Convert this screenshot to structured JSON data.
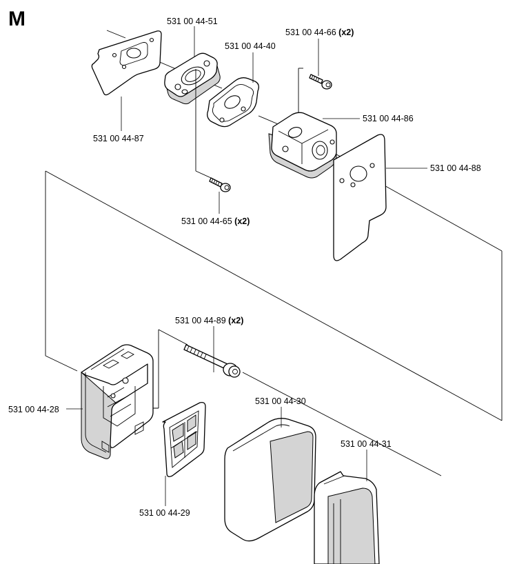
{
  "section_letter": "M",
  "parts": [
    {
      "id": "p87",
      "part_number": "531 00 44-87",
      "qty": ""
    },
    {
      "id": "p51",
      "part_number": "531 00 44-51",
      "qty": ""
    },
    {
      "id": "p40",
      "part_number": "531 00 44-40",
      "qty": ""
    },
    {
      "id": "p66",
      "part_number": "531 00 44-66",
      "qty": "(x2)"
    },
    {
      "id": "p86",
      "part_number": "531 00 44-86",
      "qty": ""
    },
    {
      "id": "p88",
      "part_number": "531 00 44-88",
      "qty": ""
    },
    {
      "id": "p65",
      "part_number": "531 00 44-65",
      "qty": "(x2)"
    },
    {
      "id": "p89",
      "part_number": "531 00 44-89",
      "qty": "(x2)"
    },
    {
      "id": "p28",
      "part_number": "531 00 44-28",
      "qty": ""
    },
    {
      "id": "p30",
      "part_number": "531 00 44-30",
      "qty": ""
    },
    {
      "id": "p31",
      "part_number": "531 00 44-31",
      "qty": ""
    },
    {
      "id": "p29",
      "part_number": "531 00 44-29",
      "qty": ""
    }
  ]
}
